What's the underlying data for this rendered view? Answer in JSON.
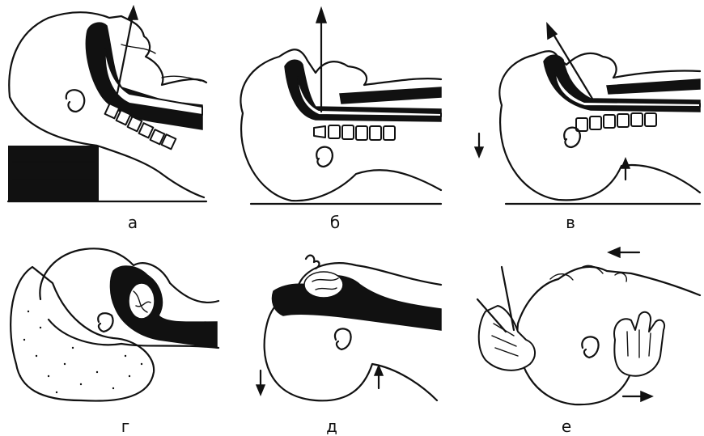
{
  "panels": [
    {
      "id": "a",
      "label": "а"
    },
    {
      "id": "b",
      "label": "б"
    },
    {
      "id": "v",
      "label": "в"
    },
    {
      "id": "g",
      "label": "г"
    },
    {
      "id": "d",
      "label": "д"
    },
    {
      "id": "e",
      "label": "е"
    }
  ],
  "colors": {
    "ink": "#111111",
    "paper": "#ffffff"
  }
}
